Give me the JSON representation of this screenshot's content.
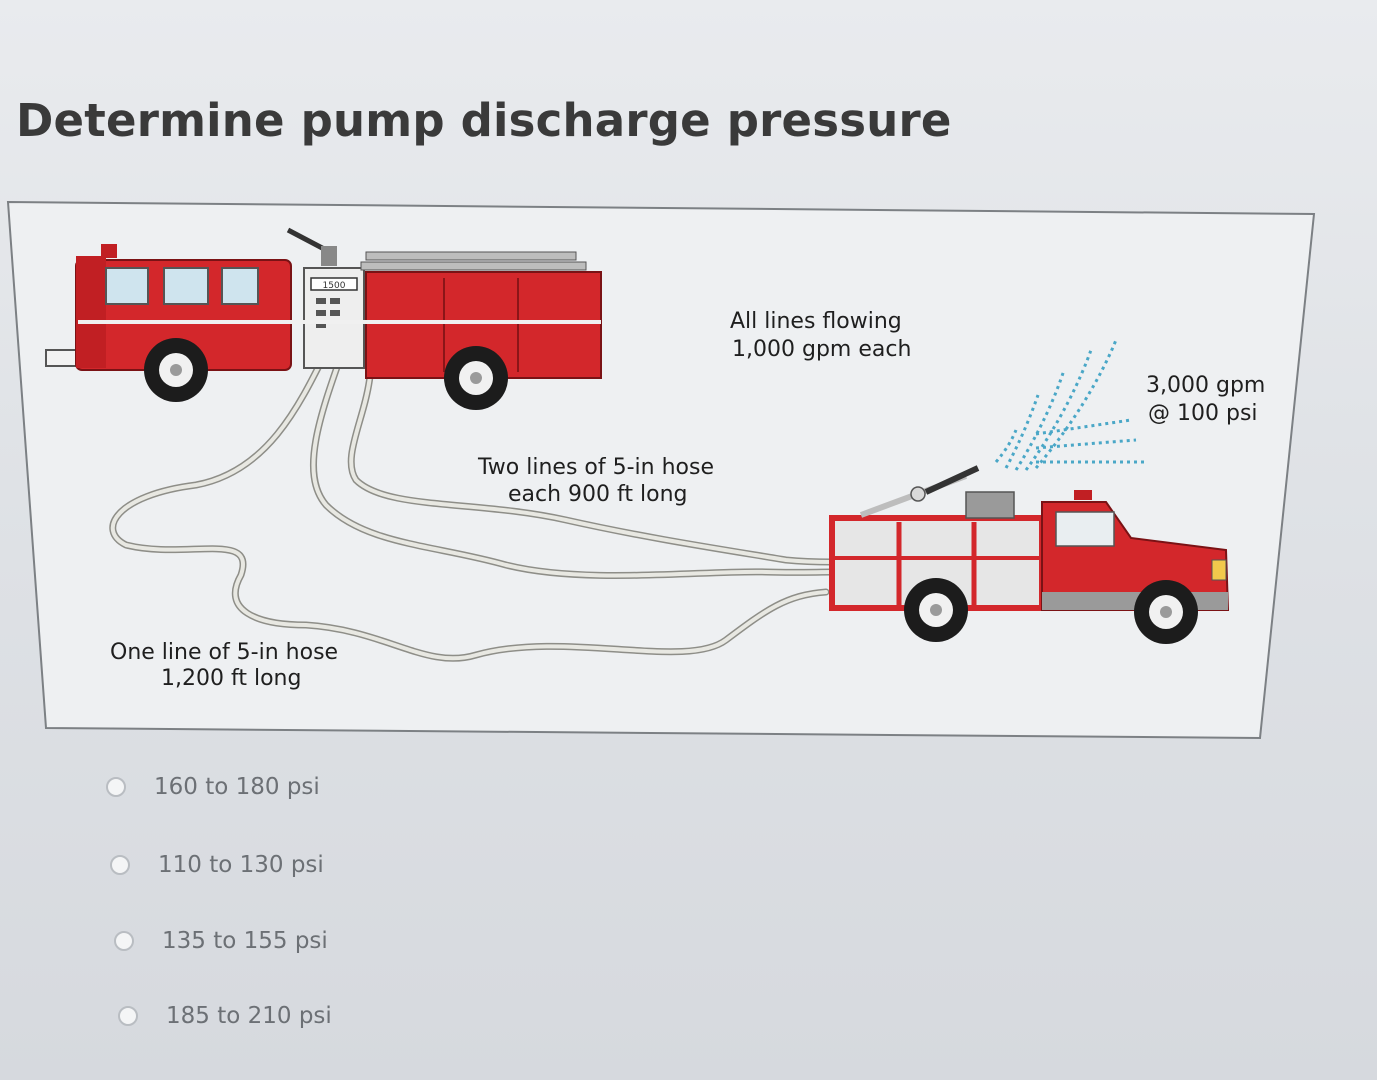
{
  "question": {
    "title": "Determine pump discharge pressure"
  },
  "figure": {
    "label_all_lines": [
      "All lines flowing",
      "1,000 gpm each"
    ],
    "label_monitor": [
      "3,000 gpm",
      "@ 100 psi"
    ],
    "label_two_lines": [
      "Two lines of 5-in hose",
      "each 900 ft long"
    ],
    "label_one_line": [
      "One line of 5-in hose",
      "1,200 ft long"
    ],
    "pump_panel_label": "1500"
  },
  "options": [
    {
      "label": "160 to 180 psi"
    },
    {
      "label": "110 to 130 psi"
    },
    {
      "label": "135 to 155 psi"
    },
    {
      "label": "185 to 210 psi"
    }
  ],
  "colors": {
    "truck_red": "#d3272b",
    "water_blue": "#4aa7c7",
    "hose": "#d9d9d4",
    "frame": "#7c8084"
  }
}
